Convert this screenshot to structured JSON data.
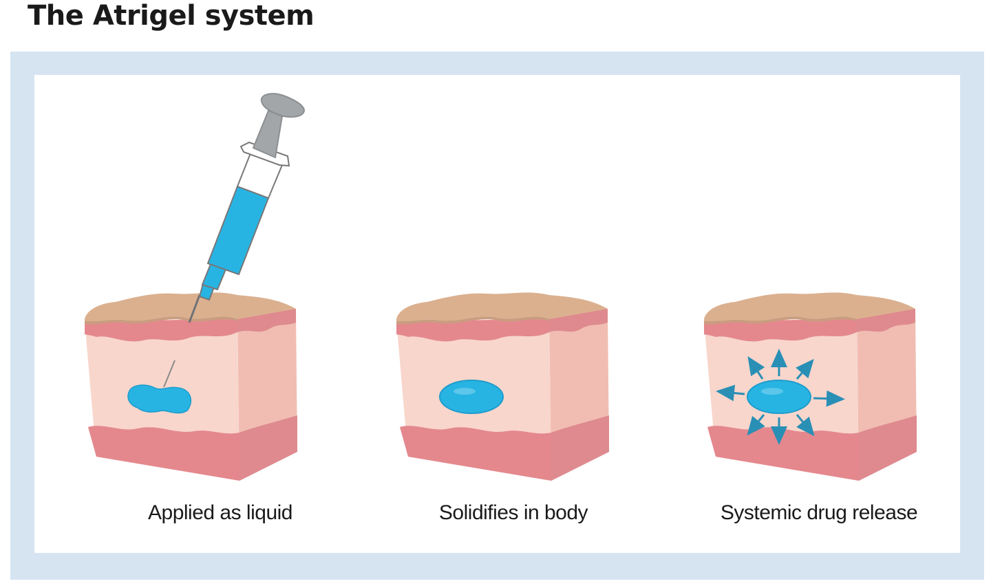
{
  "title": "The Atrigel system",
  "colors": {
    "frame": "#d6e4f2",
    "panel": "#ffffff",
    "skin_top": "#dbb08f",
    "dermis": "#f8d6cc",
    "dermis_side": "#f1bdb2",
    "wavy_layer": "#e4888e",
    "drug": "#28b4e3",
    "arrow": "#2a8fb5",
    "syringe_plunger": "#a3a6a8"
  },
  "steps": [
    {
      "label": "Applied as liquid",
      "icon": "syringe-injecting-skin-block"
    },
    {
      "label": "Solidifies in body",
      "icon": "skin-block-with-solid-depot"
    },
    {
      "label": "Systemic drug release",
      "icon": "skin-block-with-releasing-depot"
    }
  ]
}
